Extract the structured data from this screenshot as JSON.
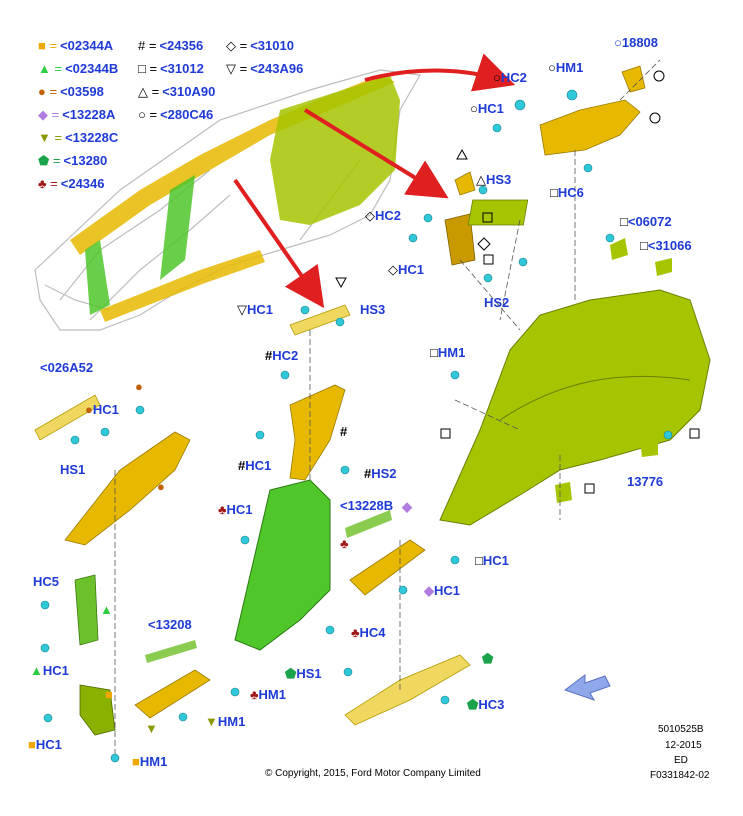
{
  "legend": [
    {
      "symbol": "■",
      "color": "#f0a800",
      "code": "<02344A"
    },
    {
      "symbol": "▲",
      "color": "#2ecc40",
      "code": "<02344B"
    },
    {
      "symbol": "●",
      "color": "#c06000",
      "code": "<03598"
    },
    {
      "symbol": "◆",
      "color": "#b07ce0",
      "code": "<13228A"
    },
    {
      "symbol": "▼",
      "color": "#8a9a00",
      "code": "<13228C"
    },
    {
      "symbol": "⬟",
      "color": "#1aa34a",
      "code": "<13280"
    },
    {
      "symbol": "♣",
      "color": "#a01818",
      "code": "<24346"
    },
    {
      "symbol": "#",
      "color": "#000000",
      "code": "<24356"
    },
    {
      "symbol": "□",
      "color": "#000000",
      "code": "<31012"
    },
    {
      "symbol": "△",
      "color": "#000000",
      "code": "<310A90"
    },
    {
      "symbol": "○",
      "color": "#000000",
      "code": "<280C46"
    },
    {
      "symbol": "◇",
      "color": "#000000",
      "code": "<31010"
    },
    {
      "symbol": "▽",
      "color": "#000000",
      "code": "<243A96"
    }
  ],
  "labels": {
    "l18808": "18808",
    "hm1_top": "HM1",
    "hc2_top": "HC2",
    "hc1_top": "HC1",
    "hs3_right": "HS3",
    "hc6": "HC6",
    "hc2_mid": "HC2",
    "hc1_mid": "HC1",
    "hs2_mid": "HS2",
    "p06072": "<06072",
    "p31066": "<31066",
    "hc1_tri": "HC1",
    "hs3_pillar": "HS3",
    "hc2_hash": "HC2",
    "hm1_quarter": "HM1",
    "p026a52": "<026A52",
    "hc1_left": "HC1",
    "hs1_left": "HS1",
    "hc1_hash": "HC1",
    "hs2_hash": "HS2",
    "hc1_club": "HC1",
    "p13228b": "<13228B",
    "p13776": "13776",
    "hc1_sq_low": "HC1",
    "hc5": "HC5",
    "hc1_diamond": "HC1",
    "p13208": "<13208",
    "hc4": "HC4",
    "hc1_tri_low": "HC1",
    "hs1_low": "HS1",
    "hm1_club": "HM1",
    "hc3": "HC3",
    "hm1_tri_low": "HM1",
    "hc1_sq_bottom": "HC1",
    "hm1_sq_bottom": "HM1"
  },
  "colors": {
    "label": "#1f3bd6",
    "part_yellow": "#e6b800",
    "part_green": "#4fc62a",
    "part_lime": "#a6c400",
    "arrow_red": "#e02020",
    "clip_cyan": "#2fc8d8",
    "frame_gray": "#bdbdbd"
  },
  "meta": {
    "doc_id": "5010525B",
    "date": "12-2015",
    "ed": "ED",
    "figure": "F0331842-02",
    "copyright": "© Copyright, 2015, Ford Motor Company Limited"
  }
}
